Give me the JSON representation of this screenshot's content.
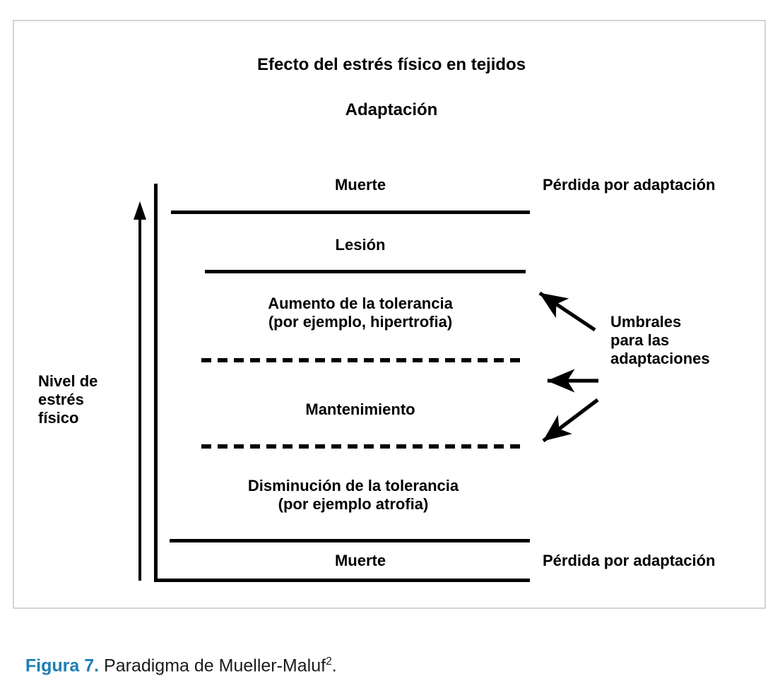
{
  "figure": {
    "frame_border_color": "#d4d4d4",
    "caption_number": "Figura 7.",
    "caption_text": " Paradigma de Mueller-Maluf",
    "caption_superscript": "2",
    "caption_end": ".",
    "caption_accent_color": "#1c7fb4"
  },
  "chart": {
    "title": "Efecto del estrés físico en tejidos",
    "subtitle": "Adaptación",
    "y_axis_label": "Nivel de\nestrés\nfísico",
    "y_axis_direction": "up",
    "bands": [
      {
        "id": "muerte-top",
        "label": "Muerte"
      },
      {
        "id": "lesion",
        "label": "Lesión"
      },
      {
        "id": "aumento",
        "label": "Aumento de la tolerancia\n(por ejemplo, hipertrofia)"
      },
      {
        "id": "mantenimiento",
        "label": "Mantenimiento"
      },
      {
        "id": "disminucion",
        "label": "Disminución de la tolerancia\n(por ejemplo atrofia)"
      },
      {
        "id": "muerte-bottom",
        "label": "Muerte"
      }
    ],
    "boundaries": [
      {
        "id": "line-muerte-top",
        "style": "solid"
      },
      {
        "id": "line-lesion",
        "style": "solid"
      },
      {
        "id": "line-dashed-upper",
        "style": "dashed"
      },
      {
        "id": "line-dashed-lower",
        "style": "dashed"
      },
      {
        "id": "line-muerte-bottom",
        "style": "solid"
      }
    ],
    "side_labels": {
      "top": "Pérdida por adaptación",
      "bottom": "Pérdida por adaptación",
      "thresholds": "Umbrales\npara las\nadaptaciones"
    }
  },
  "chart_data": {
    "type": "diagram",
    "title": "Efecto del estrés físico en tejidos",
    "subtitle": "Adaptación",
    "ylabel": "Nivel de estrés físico",
    "xlabel": "",
    "grid": false,
    "legend": "none",
    "categories": [
      "Muerte",
      "Lesión",
      "Aumento de la tolerancia (por ejemplo, hipertrofia)",
      "Mantenimiento",
      "Disminución de la tolerancia (por ejemplo atrofia)",
      "Muerte"
    ],
    "annotations": [
      "Pérdida por adaptación",
      "Umbrales para las adaptaciones",
      "Pérdida por adaptación"
    ]
  }
}
